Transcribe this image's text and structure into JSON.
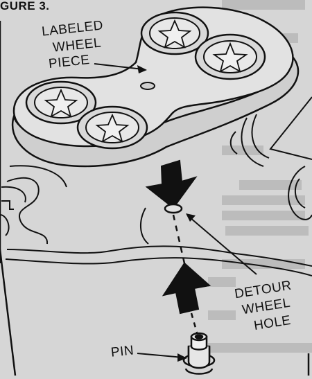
{
  "figure": {
    "title_fragment": "GURE 3.",
    "labels": {
      "labeled_wheel_piece": [
        "LABELED",
        "WHEEL",
        "PIECE"
      ],
      "detour_wheel_hole": [
        "DETOUR",
        "WHEEL",
        "HOLE"
      ],
      "pin": "PIN"
    }
  },
  "colors": {
    "paper": "#d6d6d6",
    "ink": "#111111",
    "faint_text": "#b4b4b4"
  },
  "icons": [
    "wheel-piece",
    "star-wheel",
    "down-arrow",
    "up-arrow",
    "pin",
    "map-background"
  ]
}
